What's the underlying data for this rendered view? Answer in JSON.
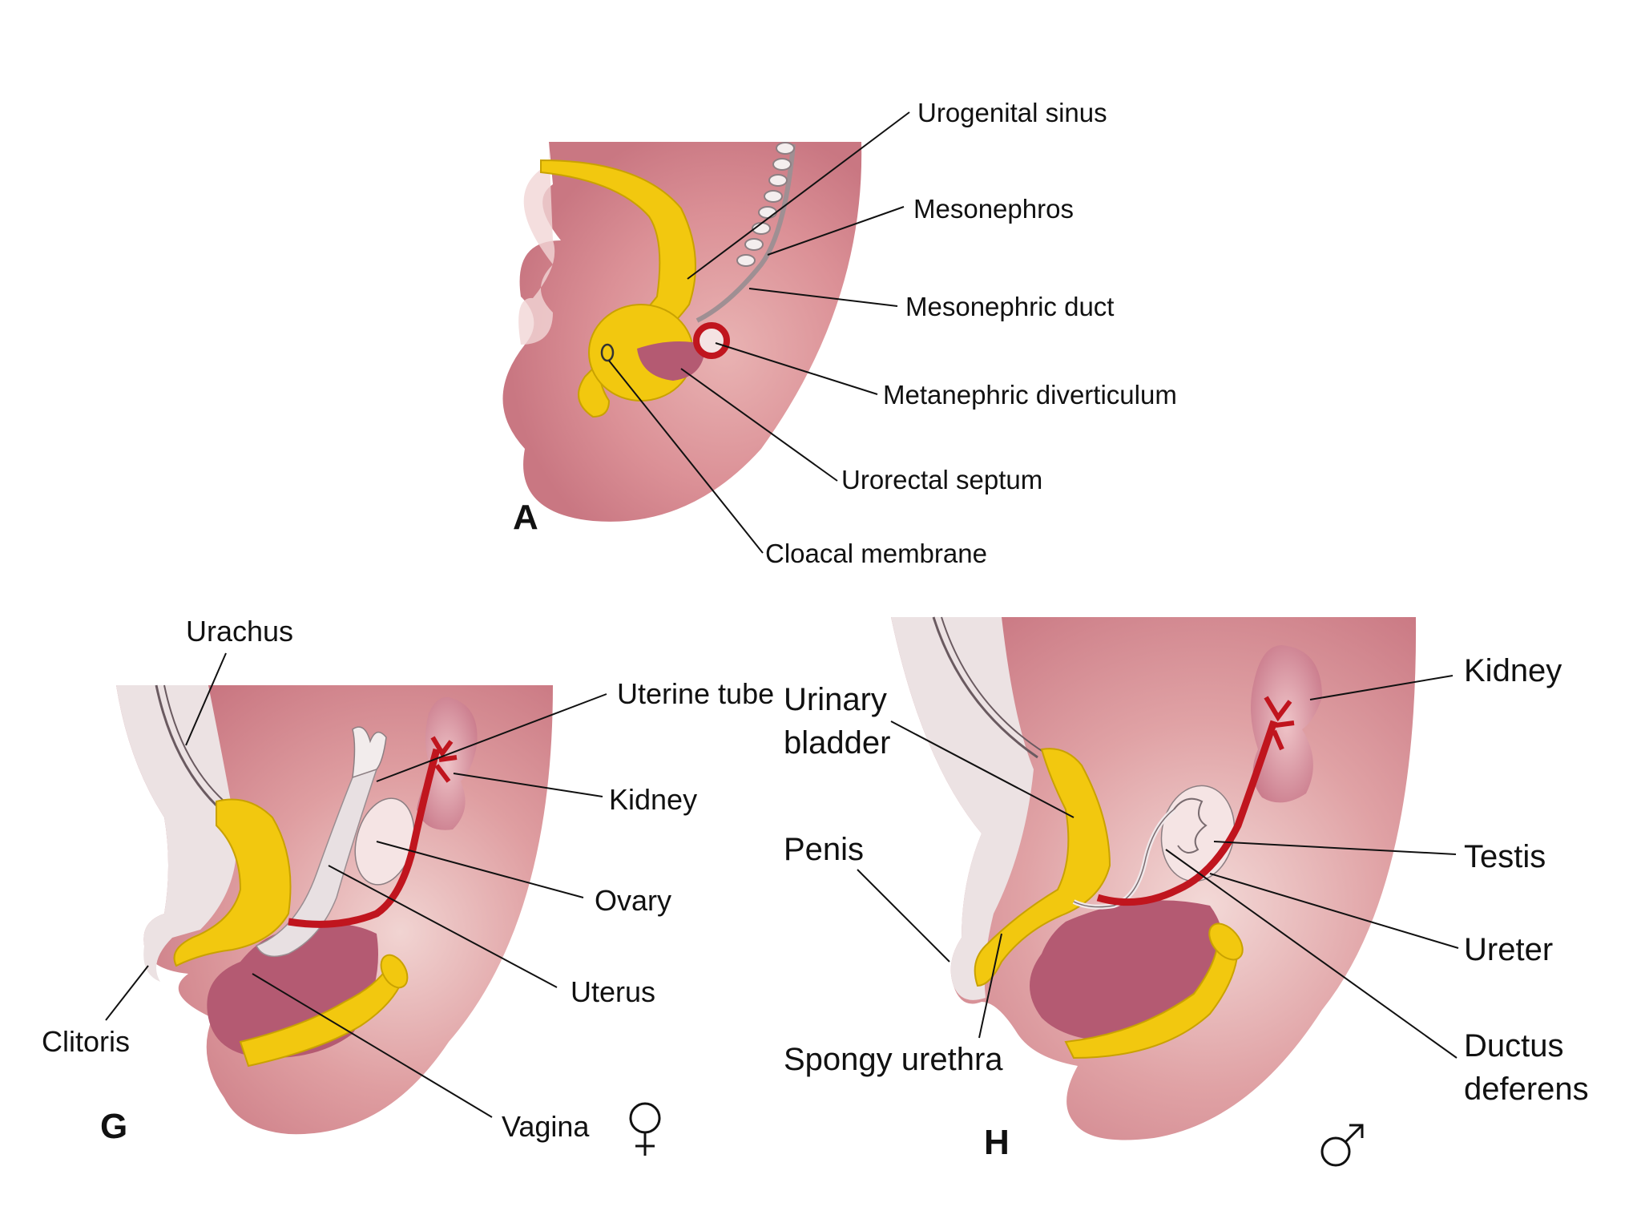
{
  "panels": {
    "A": {
      "letter": "A",
      "labels": {
        "urogenital_sinus": "Urogenital sinus",
        "mesonephros": "Mesonephros",
        "mesonephric_duct": "Mesonephric duct",
        "metanephric_diverticulum": "Metanephric diverticulum",
        "urorectal_septum": "Urorectal septum",
        "cloacal_membrane": "Cloacal membrane"
      }
    },
    "G": {
      "letter": "G",
      "symbol": "♀",
      "labels": {
        "urachus": "Urachus",
        "uterine_tube": "Uterine tube",
        "kidney": "Kidney",
        "ovary": "Ovary",
        "uterus": "Uterus",
        "clitoris": "Clitoris",
        "vagina": "Vagina"
      }
    },
    "H": {
      "letter": "H",
      "symbol": "♂",
      "labels": {
        "urinary_bladder_1": "Urinary",
        "urinary_bladder_2": "bladder",
        "penis": "Penis",
        "spongy_urethra": "Spongy urethra",
        "kidney": "Kidney",
        "testis": "Testis",
        "ureter": "Ureter",
        "ductus_deferens_1": "Ductus",
        "ductus_deferens_2": "deferens"
      }
    }
  },
  "colors": {
    "tissue": "#d98d96",
    "tissue_light": "#f1d3d2",
    "gut_yellow": "#f2c80f",
    "vessel_red": "#c0151e",
    "organ_mauve": "#b45a72",
    "pale": "#e8e0e2"
  }
}
